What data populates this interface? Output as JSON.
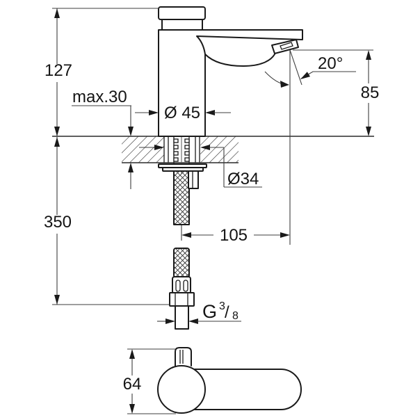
{
  "drawing": {
    "labels": {
      "overall_height": "127",
      "max_deck_thickness": "max.30",
      "body_diameter": "Ø 45",
      "outlet_angle": "20°",
      "outlet_height": "85",
      "hole_diameter": "Ø34",
      "hose_length": "350",
      "outlet_reach": "105",
      "thread_letter": "G",
      "thread_numerator": "3",
      "thread_slash": "/",
      "thread_denominator": "8",
      "lever_width": "64"
    },
    "colors": {
      "object_line": "#1a1a1a",
      "dimension_line": "#3c3c3c",
      "text": "#141414",
      "background": "#ffffff"
    }
  }
}
